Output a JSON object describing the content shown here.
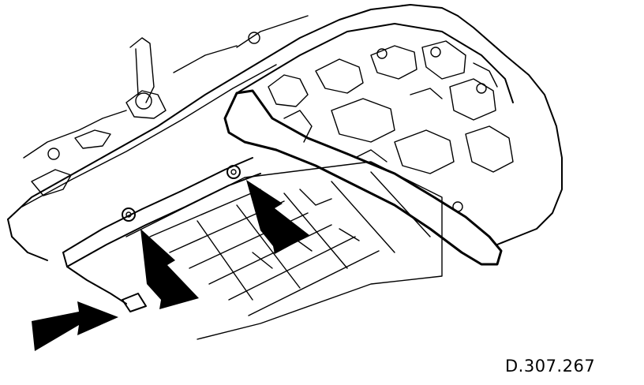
{
  "figure": {
    "reference_code": "D.307.267"
  },
  "arrows": [
    {
      "name": "arrow-left-gasket-corner",
      "target": "pan-gasket-corner"
    },
    {
      "name": "arrow-center-bolt",
      "target": "pan-bolt"
    },
    {
      "name": "arrow-right-bolt",
      "target": "pan-bolt"
    }
  ]
}
